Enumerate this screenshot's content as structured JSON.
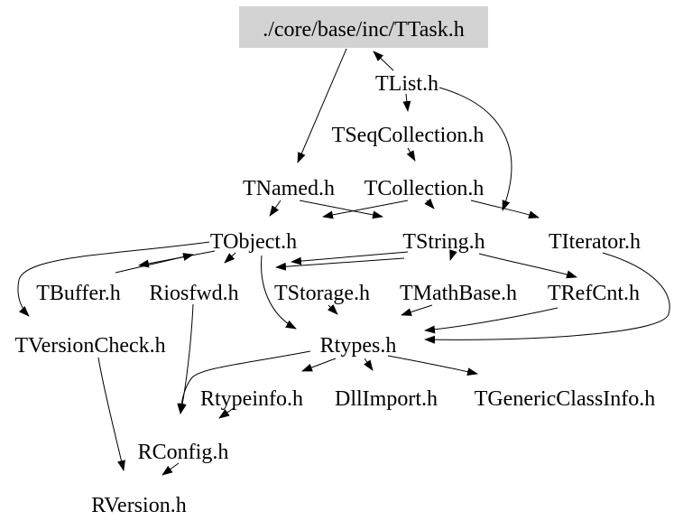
{
  "diagram": {
    "type": "include-dependency-graph",
    "title": "./core/base/inc/TTask.h",
    "colors": {
      "background": "#ffffff",
      "root_node_fill": "#d3d3d3",
      "edge": "#000000",
      "text": "#000000"
    },
    "root": {
      "label": "./core/base/inc/TTask.h"
    },
    "nodes": [
      {
        "id": "TList",
        "label": "TList.h"
      },
      {
        "id": "TSeqCollection",
        "label": "TSeqCollection.h"
      },
      {
        "id": "TNamed",
        "label": "TNamed.h"
      },
      {
        "id": "TCollection",
        "label": "TCollection.h"
      },
      {
        "id": "TObject",
        "label": "TObject.h"
      },
      {
        "id": "TString",
        "label": "TString.h"
      },
      {
        "id": "TIterator",
        "label": "TIterator.h"
      },
      {
        "id": "TBuffer",
        "label": "TBuffer.h"
      },
      {
        "id": "Riosfwd",
        "label": "Riosfwd.h"
      },
      {
        "id": "TStorage",
        "label": "TStorage.h"
      },
      {
        "id": "TMathBase",
        "label": "TMathBase.h"
      },
      {
        "id": "TRefCnt",
        "label": "TRefCnt.h"
      },
      {
        "id": "TVersionCheck",
        "label": "TVersionCheck.h"
      },
      {
        "id": "Rtypes",
        "label": "Rtypes.h"
      },
      {
        "id": "Rtypeinfo",
        "label": "Rtypeinfo.h"
      },
      {
        "id": "DllImport",
        "label": "DllImport.h"
      },
      {
        "id": "TGenericClassInfo",
        "label": "TGenericClassInfo.h"
      },
      {
        "id": "RConfig",
        "label": "RConfig.h"
      },
      {
        "id": "RVersion",
        "label": "RVersion.h"
      }
    ],
    "edges": [
      {
        "from": "TList.h",
        "to": "./core/base/inc/TTask.h"
      },
      {
        "from": "./core/base/inc/TTask.h",
        "to": "TNamed.h"
      },
      {
        "from": "TList.h",
        "to": "TSeqCollection.h"
      },
      {
        "from": "TSeqCollection.h",
        "to": "TCollection.h"
      },
      {
        "from": "TList.h",
        "to": "TString.h"
      },
      {
        "from": "TNamed.h",
        "to": "TObject.h"
      },
      {
        "from": "TNamed.h",
        "to": "TString.h"
      },
      {
        "from": "TCollection.h",
        "to": "TObject.h"
      },
      {
        "from": "TCollection.h",
        "to": "TString.h"
      },
      {
        "from": "TCollection.h",
        "to": "TIterator.h"
      },
      {
        "from": "TObject.h",
        "to": "TBuffer.h"
      },
      {
        "from": "TBuffer.h",
        "to": "TObject.h"
      },
      {
        "from": "TObject.h",
        "to": "Riosfwd.h"
      },
      {
        "from": "TString.h",
        "to": "Riosfwd.h"
      },
      {
        "from": "TString.h",
        "to": "TStorage.h"
      },
      {
        "from": "TString.h",
        "to": "TMathBase.h"
      },
      {
        "from": "TString.h",
        "to": "TRefCnt.h"
      },
      {
        "from": "TObject.h",
        "to": "TVersionCheck.h"
      },
      {
        "from": "TObject.h",
        "to": "Rtypes.h"
      },
      {
        "from": "TStorage.h",
        "to": "Rtypes.h"
      },
      {
        "from": "TMathBase.h",
        "to": "Rtypes.h"
      },
      {
        "from": "TRefCnt.h",
        "to": "Rtypes.h"
      },
      {
        "from": "TIterator.h",
        "to": "Rtypes.h"
      },
      {
        "from": "Rtypes.h",
        "to": "Rtypeinfo.h"
      },
      {
        "from": "Rtypes.h",
        "to": "DllImport.h"
      },
      {
        "from": "Rtypes.h",
        "to": "TGenericClassInfo.h"
      },
      {
        "from": "Rtypes.h",
        "to": "RConfig.h"
      },
      {
        "from": "Riosfwd.h",
        "to": "RConfig.h"
      },
      {
        "from": "Rtypeinfo.h",
        "to": "RConfig.h"
      },
      {
        "from": "RConfig.h",
        "to": "RVersion.h"
      },
      {
        "from": "TVersionCheck.h",
        "to": "RVersion.h"
      }
    ]
  }
}
